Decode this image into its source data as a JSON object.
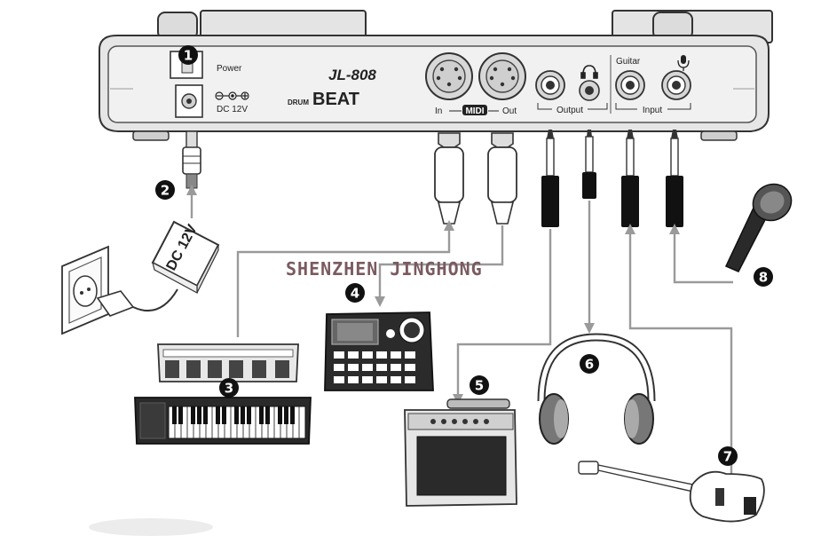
{
  "device": {
    "model": "JL-808",
    "brand_prefix": "DRUM",
    "brand_name": "BEAT",
    "power_label": "Power",
    "dc_label": "DC 12V",
    "midi_label": "MIDI",
    "midi_in": "In",
    "midi_out": "Out",
    "output_label": "Output",
    "input_label": "Input",
    "guitar_label": "Guitar"
  },
  "adapter_label": "DC 12V",
  "watermark": "SHENZHEN JINGHONG",
  "callouts": [
    "1",
    "2",
    "3",
    "4",
    "5",
    "6",
    "7",
    "8"
  ],
  "colors": {
    "callout": "#111111",
    "line": "#9a9a9a",
    "panel": "#e8e8e8"
  }
}
